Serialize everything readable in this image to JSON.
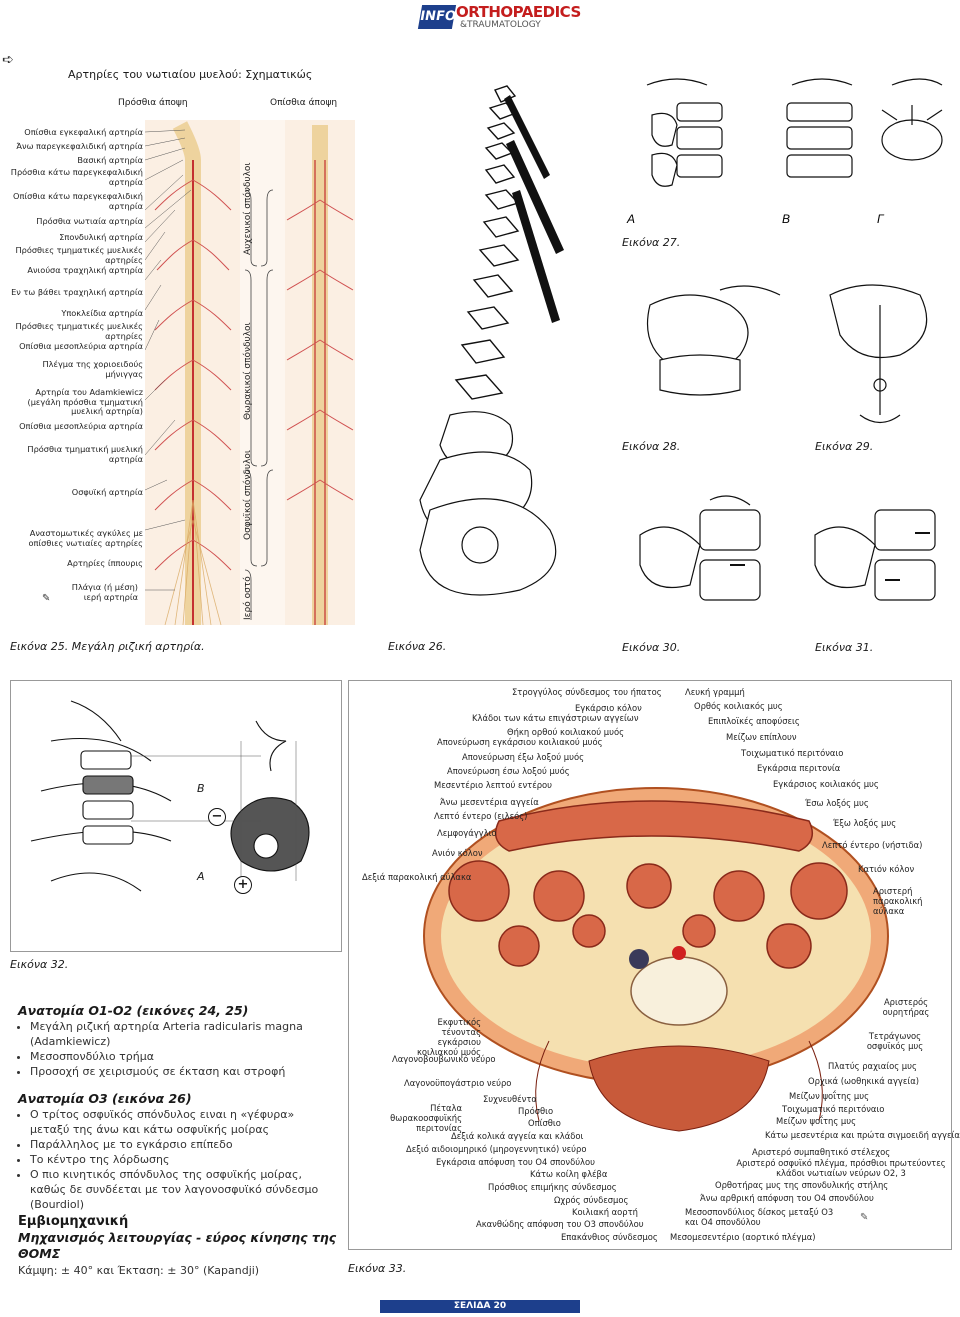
{
  "header": {
    "logo_info": "INFO",
    "logo_main": "ORTHOPAEDICS",
    "logo_sub": "&TRAUMATOLOGY"
  },
  "fig25": {
    "title": "Αρτηρίες του νωτιαίου μυελού: Σχηματικώς",
    "view_front": "Πρόσθια άποψη",
    "view_back": "Οπίσθια άποψη",
    "labels": [
      "Οπίσθια εγκεφαλική αρτηρία",
      "Άνω παρεγκεφαλιδική αρτηρία",
      "Βασική αρτηρία",
      "Πρόσθια κάτω παρεγκεφαλιδική αρτηρία",
      "Οπίσθια κάτω παρεγκεφαλιδική αρτηρία",
      "Πρόσθια νωτιαία αρτηρία",
      "Σπονδυλική αρτηρία",
      "Πρόσθιες τμηματικές μυελικές αρτηρίες",
      "Ανιούσα τραχηλική αρτηρία",
      "Εν τω βάθει τραχηλική αρτηρία",
      "Υποκλείδια αρτηρία",
      "Πρόσθιες τμηματικές μυελικές αρτηρίες",
      "Οπίσθια μεσοπλεύρια αρτηρία",
      "Πλέγμα της χοριοειδούς μήνιγγας",
      "Αρτηρία του Adamkiewicz (μεγάλη πρόσθια τμηματική μυελική αρτηρία)",
      "Οπίσθια μεσοπλεύρια αρτηρία",
      "Πρόσθια τμηματική μυελική αρτηρία",
      "Οσφυϊκή αρτηρία",
      "Αναστομωτικές αγκύλες με οπίσθιες νωτιαίες αρτηρίες",
      "Αρτηρίες ίππουρις",
      "Πλάγια (ή μέση) ιερή αρτηρία"
    ],
    "regions": [
      "Αυχενικοί σπόνδυλοι",
      "Θωρακικοί σπόνδυλοι",
      "Οσφυϊκοί σπόνδυλοι",
      "Ιερό οστό"
    ],
    "caption": "Εικόνα 25. Μεγάλη ριζική αρτηρία."
  },
  "fig26": {
    "caption": "Εικόνα 26."
  },
  "fig27": {
    "caption": "Εικόνα 27.",
    "letters": [
      "Α",
      "Β",
      "Γ"
    ]
  },
  "fig28": {
    "caption": "Εικόνα 28."
  },
  "fig29": {
    "caption": "Εικόνα 29."
  },
  "fig30": {
    "caption": "Εικόνα 30."
  },
  "fig31": {
    "caption": "Εικόνα 31."
  },
  "fig32": {
    "caption": "Εικόνα 32.",
    "letter_b": "Β",
    "letter_a": "Α",
    "minus": "−",
    "plus": "+"
  },
  "fig33": {
    "caption": "Εικόνα 33.",
    "top_left_labels": [
      "Στρογγύλος σύνδεσμος του ήπατος",
      "Εγκάρσιο κόλον",
      "Κλάδοι των κάτω επιγάστριων αγγείων",
      "Θήκη ορθού κοιλιακού μυός",
      "Απονεύρωση εγκάρσιου κοιλιακού μυός",
      "Απονεύρωση έξω λοξού μυός",
      "Απονεύρωση έσω λοξού μυός",
      "Μεσεντέριο λεπτού εντέρου",
      "Άνω μεσεντέρια αγγεία",
      "Λεπτό έντερο (ειλεός)",
      "Λεμφογάγγλιο",
      "Ανιόν κόλον",
      "Δεξιά παρακολική αύλακα"
    ],
    "top_right_labels": [
      "Λευκή γραμμή",
      "Ορθός κοιλιακός μυς",
      "Επιπλοϊκές αποφύσεις",
      "Μείζων επίπλουν",
      "Τοιχωματικό περιτόναιο",
      "Εγκάρσια περιτονία",
      "Εγκάρσιος κοιλιακός μυς",
      "Έσω λοξός μυς",
      "Έξω λοξός μυς",
      "Λεπτό έντερο (νήστιδα)",
      "Κατιόν κόλον",
      "Αριστερή παρακολική αύλακα"
    ],
    "bottom_left_labels": [
      "Εκφυτικός τένοντας εγκάρσιου κοιλιακού μυός",
      "Λαγονοβουβωνικό νεύρο",
      "Λαγονοϋπογάστριο νεύρο",
      "Πέταλα θωρακοοσφυϊκής περιτονίας",
      "Συχνευθέντα",
      "Πρόσθιο",
      "Οπίσθιο",
      "Δεξιά κολικά αγγεία και κλάδοι",
      "Δεξιό αιδοιομηρικό (μηρογεννητικό) νεύρο",
      "Εγκάρσια απόφυση του Ο4 σπονδύλου",
      "Κάτω κοίλη φλέβα",
      "Πρόσθιος επιμήκης σύνδεσμος",
      "Ωχρός σύνδεσμος",
      "Κοιλιακή αορτή",
      "Ακανθώδης απόφυση του Ο3 σπονδύλου",
      "Επακάνθιος σύνδεσμος"
    ],
    "bottom_right_labels": [
      "Αριστερός ουρητήρας",
      "Τετράγωνος οσφυϊκός μυς",
      "Πλατύς ραχιαίος μυς",
      "Ορχικά (ωοθηκικά αγγεία)",
      "Μείζων ψοΐτης μυς",
      "Τοιχωματικό περιτόναιο",
      "Μείζων ψοΐτης μυς",
      "Κάτω μεσεντέρια και πρώτα σιγμοειδή αγγεία",
      "Αριστερό συμπαθητικό στέλεχος",
      "Αριστερό οσφυϊκό πλέγμα, πρόσθιοι πρωτεύοντες κλάδοι νωτιαίων νεύρων Ο2, 3",
      "Ορθοτήρας μυς της σπονδυλικής στήλης",
      "Άνω αρθρική απόφυση του Ο4 σπονδύλου",
      "Μεσοσπονδύλιος δίσκος μεταξύ Ο3 και Ο4 σπονδύλου",
      "Μεσομεσεντέριο (αορτικό πλέγμα)"
    ]
  },
  "text": {
    "ana1_title": "Ανατομία Ο1-Ο2 (εικόνες 24, 25)",
    "ana1_bullets": [
      "Μεγάλη ριζική αρτηρία Arteria radicularis magna (Adamkiewicz)",
      "Μεσοσπονδύλιο τρήμα",
      "Προσοχή σε χειρισμούς σε έκταση και στροφή"
    ],
    "ana2_title": "Ανατομία Ο3 (εικόνα 26)",
    "ana2_bullets": [
      "Ο τρίτος οσφυϊκός σπόνδυλος ειναι η «γέφυρα» μεταξύ της άνω και κάτω οσφυϊκής μοίρας",
      "Παράλληλος με το εγκάρσιο επίπεδο",
      "Το κέντρο της λόρδωσης",
      "Ο πιο κινητικός σπόνδυλος της οσφυϊκής μοίρας, καθώς δε συνδέεται με τον λαγονοσφυϊκό σύνδεσμο (Bourdiol)"
    ],
    "biomech_title": "Εμβιομηχανική",
    "biomech_sub": "Μηχανισμός λειτουργίας - εύρος κίνησης της ΘΟΜΣ",
    "biomech_value": "Κάμψη: ± 40° και Έκταση: ± 30° (Kapandji)"
  },
  "footer": {
    "page": "ΣΕΛΙΔΑ 20"
  },
  "colors": {
    "navy": "#1d3f8c",
    "red": "#c41d1d",
    "tissue": "#e8a070"
  }
}
